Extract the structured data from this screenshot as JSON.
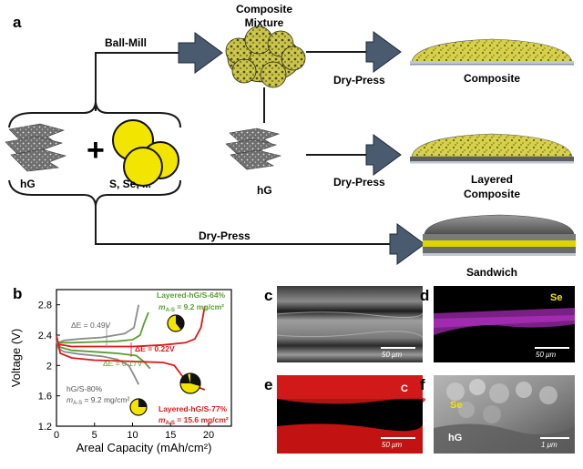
{
  "panel_a": {
    "letter": "a",
    "inputs": {
      "hg_label": "hG",
      "plus": "+",
      "sulfur_label": "S, Se, ..."
    },
    "ball_mill": "Ball-Mill",
    "mixture_title_1": "Composite",
    "mixture_title_2": "Mixture",
    "hg_middle_label": "hG",
    "dry_press_1": "Dry-Press",
    "dry_press_2": "Dry-Press",
    "dry_press_3": "Dry-Press",
    "result_composite": "Composite",
    "result_layered_1": "Layered",
    "result_layered_2": "Composite",
    "result_sandwich": "Sandwich"
  },
  "panel_b": {
    "letter": "b",
    "ann_de049": "ΔE = 0.49V",
    "ann_de022": "ΔE = 0.22V",
    "ann_de017": "ΔE = 0.17V",
    "legend_green_1": "Layered-hG/S-64%",
    "legend_green_2": "m",
    "legend_green_2b": "A-S",
    "legend_green_2c": " = 9.2 mg/cm²",
    "legend_gray_1": "hG/S-80%",
    "legend_gray_2": "m",
    "legend_gray_2b": "A-S",
    "legend_gray_2c": " = 9.2 mg/cm²",
    "legend_red_1": "Layered-hG/S-77%",
    "legend_red_2": "m",
    "legend_red_2b": "A-S",
    "legend_red_2c": " = 15.6 mg/cm²",
    "colors": {
      "gray": "#8c8c8c",
      "green": "#5a9e32",
      "red": "#e01818",
      "yellow": "#f2e600"
    }
  },
  "chart_data": {
    "type": "line",
    "title": "",
    "xlabel": "Areal Capacity (mAh/cm²)",
    "ylabel": "Voltage (V)",
    "xlim": [
      0,
      23
    ],
    "ylim": [
      1.2,
      3.0
    ],
    "xticks": [
      "0",
      "5",
      "10",
      "15",
      "20"
    ],
    "yticks": [
      "1.2",
      "1.6",
      "2",
      "2.4",
      "2.8"
    ],
    "series": [
      {
        "name": "hG/S-80%",
        "color": "#8c8c8c",
        "curves": [
          [
            [
              0,
              2.32
            ],
            [
              0.3,
              2.22
            ],
            [
              1,
              2.18
            ],
            [
              3,
              2.15
            ],
            [
              6,
              2.12
            ],
            [
              8,
              2.08
            ],
            [
              9.5,
              2.0
            ],
            [
              10.3,
              1.85
            ],
            [
              10.8,
              1.75
            ]
          ],
          [
            [
              0.2,
              2.3
            ],
            [
              1,
              2.33
            ],
            [
              3,
              2.35
            ],
            [
              6,
              2.37
            ],
            [
              9,
              2.42
            ],
            [
              10.2,
              2.5
            ],
            [
              10.8,
              2.8
            ]
          ]
        ]
      },
      {
        "name": "Layered-hG/S-64%",
        "color": "#5a9e32",
        "curves": [
          [
            [
              0,
              2.34
            ],
            [
              0.5,
              2.24
            ],
            [
              2,
              2.2
            ],
            [
              5,
              2.18
            ],
            [
              8,
              2.16
            ],
            [
              10.5,
              2.13
            ],
            [
              11.5,
              2.05
            ],
            [
              12.3,
              1.96
            ]
          ],
          [
            [
              0.2,
              2.3
            ],
            [
              2,
              2.3
            ],
            [
              5,
              2.31
            ],
            [
              8,
              2.32
            ],
            [
              10,
              2.34
            ],
            [
              11,
              2.4
            ],
            [
              11.5,
              2.55
            ],
            [
              12.1,
              2.7
            ]
          ]
        ]
      },
      {
        "name": "Layered-hG/S-77%",
        "color": "#e01818",
        "curves": [
          [
            [
              0,
              2.4
            ],
            [
              0.5,
              2.16
            ],
            [
              2,
              2.1
            ],
            [
              5,
              2.07
            ],
            [
              8,
              2.06
            ],
            [
              11,
              2.05
            ],
            [
              14,
              2.04
            ],
            [
              15.5,
              2.0
            ],
            [
              17,
              1.8
            ],
            [
              18.2,
              1.73
            ],
            [
              19.5,
              1.68
            ]
          ],
          [
            [
              0.2,
              2.28
            ],
            [
              2,
              2.25
            ],
            [
              6,
              2.25
            ],
            [
              10,
              2.25
            ],
            [
              14,
              2.27
            ],
            [
              17,
              2.3
            ],
            [
              18.2,
              2.35
            ],
            [
              19,
              2.5
            ],
            [
              19.5,
              2.78
            ]
          ]
        ]
      }
    ]
  },
  "panel_c": {
    "letter": "c",
    "scale": "50 μm"
  },
  "panel_d": {
    "letter": "d",
    "element": "Se",
    "scale": "50 μm"
  },
  "panel_e": {
    "letter": "e",
    "element": "C",
    "scale": "50 μm"
  },
  "panel_f": {
    "letter": "f",
    "label_se": "Se",
    "label_hg": "hG",
    "scale": "1 μm"
  }
}
